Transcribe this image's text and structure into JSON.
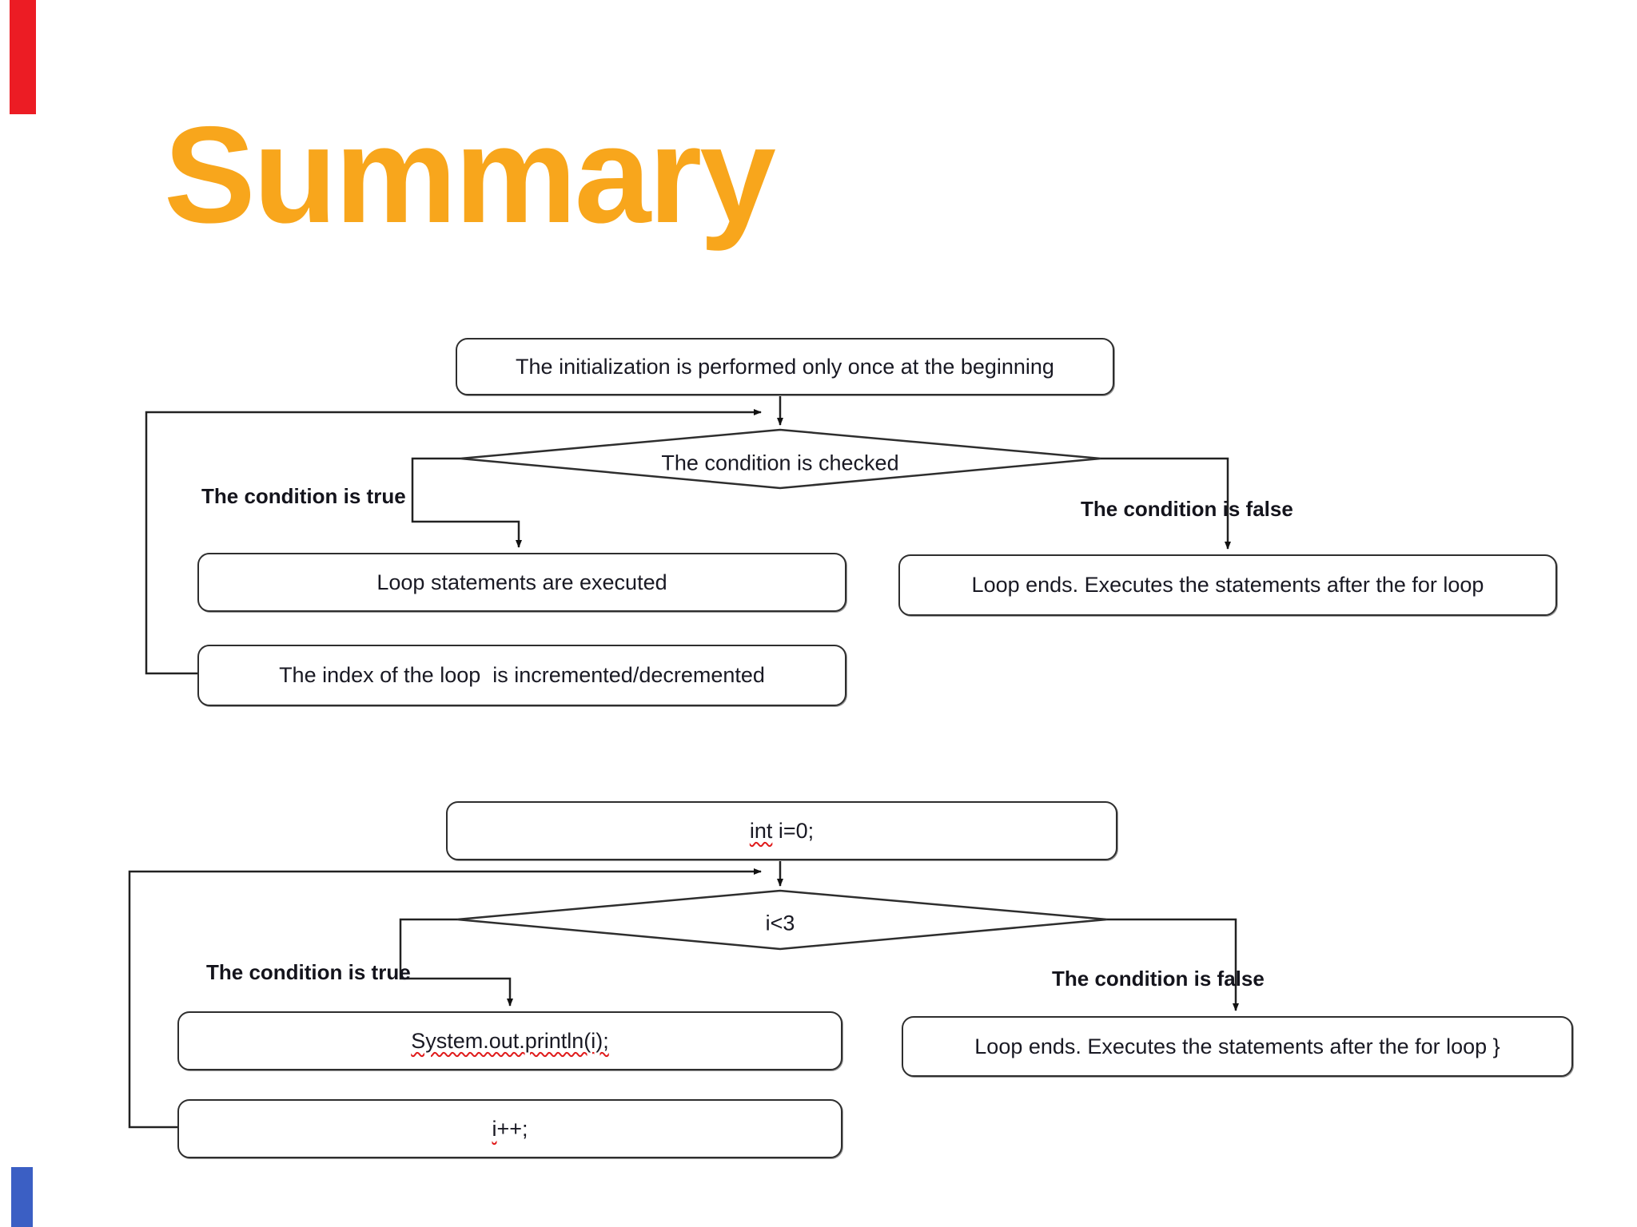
{
  "title": {
    "text": "Summary",
    "color": "#F8A61C"
  },
  "accents": {
    "top_left_red": "#EC1C24",
    "bottom_left_blue": "#3B5FC4"
  },
  "flowchart1": {
    "init_box": "The initialization is performed only once at the beginning",
    "diamond_label": "The condition is checked",
    "true_label": "The condition is true",
    "false_label": "The condition is false",
    "true_box": "Loop statements are executed",
    "false_box": "Loop ends. Executes the statements after the for loop",
    "index_box": "The index of the loop  is incremented/decremented"
  },
  "flowchart2": {
    "init_box_prefix": "int",
    "init_box_rest": " i=0;",
    "diamond_label": "i<3",
    "true_label": "The condition is true",
    "false_label": "The condition is false",
    "true_box": "System.out.println(i);",
    "false_box": "Loop ends. Executes the statements after the for loop }",
    "inc_box_prefix": "i",
    "inc_box_rest": "++;"
  }
}
